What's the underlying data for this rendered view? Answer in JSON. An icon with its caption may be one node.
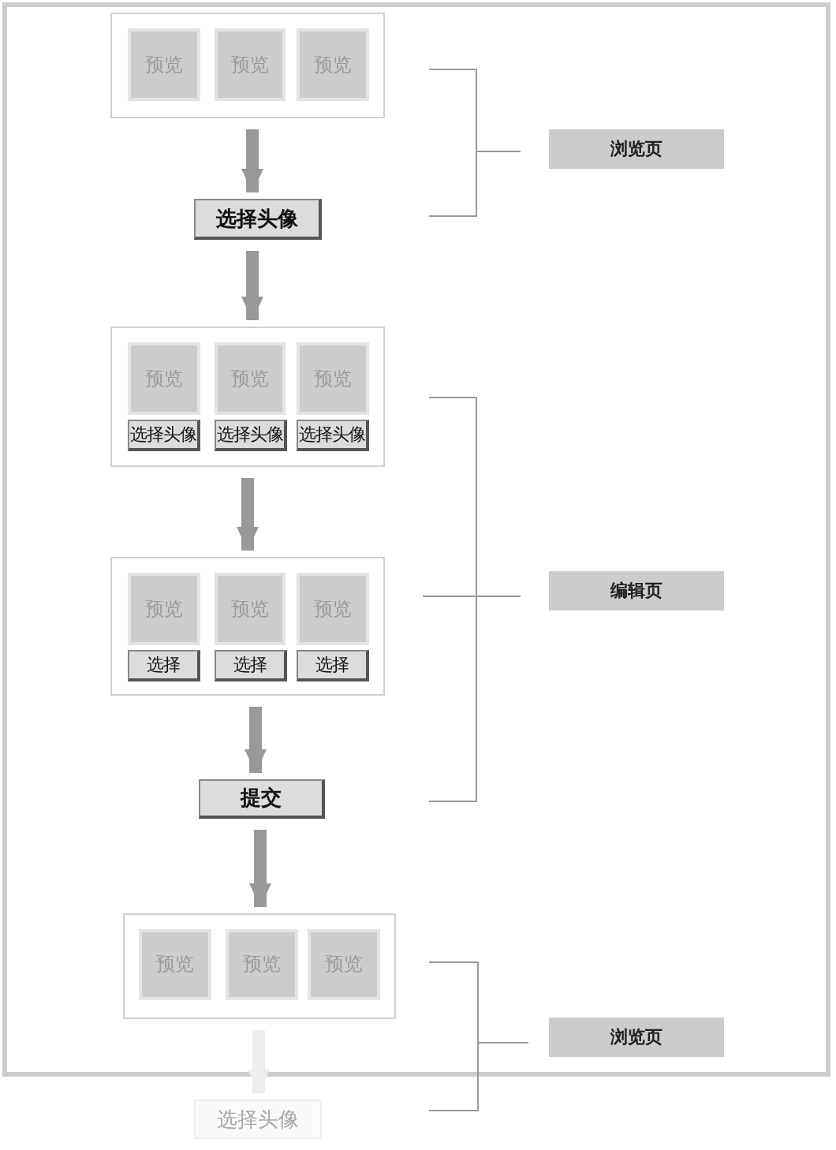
{
  "diagram": {
    "nodes": [
      {
        "text": [],
        "shape": "box"
      },
      {
        "text": [
          "预览"
        ],
        "in": 0
      },
      {
        "text": [
          "预览"
        ],
        "in": 0
      },
      {
        "text": [
          "预览"
        ],
        "in": 0
      },
      {
        "text": [
          "选择头像"
        ]
      },
      {
        "text": [],
        "shape": "box"
      },
      {
        "text": [
          "预览"
        ],
        "in": 5
      },
      {
        "text": [
          "预览"
        ],
        "in": 5
      },
      {
        "text": [
          "预览"
        ],
        "in": 5
      },
      {
        "text": [
          "选择头像"
        ],
        "in": 5
      },
      {
        "text": [
          "选择头像"
        ],
        "in": 5
      },
      {
        "text": [
          "选择头像"
        ],
        "in": 5
      },
      {
        "text": [],
        "shape": "box"
      },
      {
        "text": [
          "预览"
        ],
        "in": 12
      },
      {
        "text": [
          "预览"
        ],
        "in": 12
      },
      {
        "text": [
          "预览"
        ],
        "in": 12
      },
      {
        "text": [
          "选择"
        ],
        "in": 12
      },
      {
        "text": [
          "选择"
        ],
        "in": 12
      },
      {
        "text": [
          "选择"
        ],
        "in": 12
      },
      {
        "text": [
          "提交"
        ]
      },
      {
        "text": [],
        "shape": "box"
      },
      {
        "text": [
          "预览"
        ],
        "in": 20
      },
      {
        "text": [
          "预览"
        ],
        "in": 20
      },
      {
        "text": [
          "预览"
        ],
        "in": 20
      },
      {
        "text": [
          "选择头像"
        ]
      },
      {
        "text": [
          "浏览页"
        ]
      },
      {
        "text": [
          "编辑页"
        ]
      },
      {
        "text": [
          "浏览页"
        ]
      }
    ],
    "edges": [
      {
        "from": 0,
        "to": 4,
        "arrow": "to"
      },
      {
        "from": 4,
        "to": 5,
        "arrow": "to"
      },
      {
        "from": 5,
        "to": 12,
        "arrow": "to"
      },
      {
        "from": 12,
        "to": 19,
        "arrow": "to"
      },
      {
        "from": 19,
        "to": 20,
        "arrow": "to"
      },
      {
        "from": 20,
        "to": 24,
        "arrow": "to",
        "color": "#eeeeee"
      }
    ]
  }
}
